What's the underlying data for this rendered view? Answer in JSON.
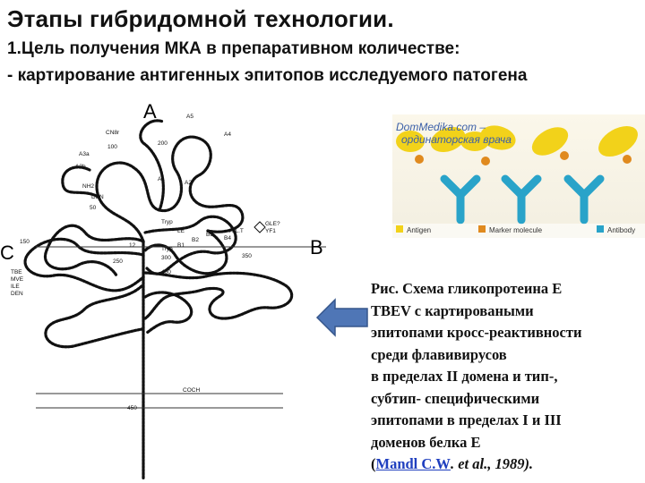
{
  "header": {
    "title": "Этапы гибридомной технологии.",
    "line1": "1.Цель получения МКА в препаративном количестве:",
    "line2": "- картирование антигенных эпитопов исследуемого патогена"
  },
  "diagram": {
    "domain_labels": {
      "a": "A",
      "b": "B",
      "c": "C"
    },
    "labels": {
      "cn8r": "CN8r",
      "a5": "A5",
      "a4": "A4",
      "a3a": "A3a",
      "a3b": "A3b",
      "a1": "A1",
      "a2": "A2",
      "n200": "200",
      "n100": "100",
      "nh2": "NH2",
      "den": "DEN",
      "n50": "50",
      "n150": "150",
      "n250": "250",
      "n300": "300",
      "n350": "350",
      "tbe": "TBE",
      "mve": "MVE",
      "ile": "ILE",
      "den2": "DEN",
      "trypa": "Tryp",
      "trypb": "Tryp",
      "n12": "12",
      "le": "LE",
      "gle": "GLE?",
      "yf1": "YF1",
      "b1": "B1",
      "b2": "B2",
      "b3": "B3",
      "b4": "B4",
      "hlt": "H.L.T",
      "coch": "COCH",
      "n450": "450",
      "n400": "400"
    }
  },
  "photo": {
    "watermark1": "DomMedika.com –",
    "watermark2": "ординаторская врача",
    "colors": {
      "antigen": "#f2d21a",
      "marker": "#e08a1e",
      "antibody": "#29a3c9"
    },
    "legend": [
      {
        "name": "antigen-legend",
        "label": "Antigen"
      },
      {
        "name": "marker-legend",
        "label": "Marker molecule"
      },
      {
        "name": "antibody-legend",
        "label": "Antibody"
      }
    ]
  },
  "caption": {
    "lines": [
      "Рис. Схема гликопротеина Е",
      "TBEV с картироваными",
      "эпитопами кросс-реактивности",
      "среди флавивирусов",
      "в пределах II домена и тип-,",
      "субтип- специфическими",
      "эпитопами в пределах I и III",
      "доменов белка Е"
    ],
    "cite_open": " (",
    "cite_author": "Mandl C.W",
    "cite_etal": ". et al",
    "cite_year": "., 1989)."
  },
  "accent": {
    "arrow_color": "#4f76b6"
  }
}
